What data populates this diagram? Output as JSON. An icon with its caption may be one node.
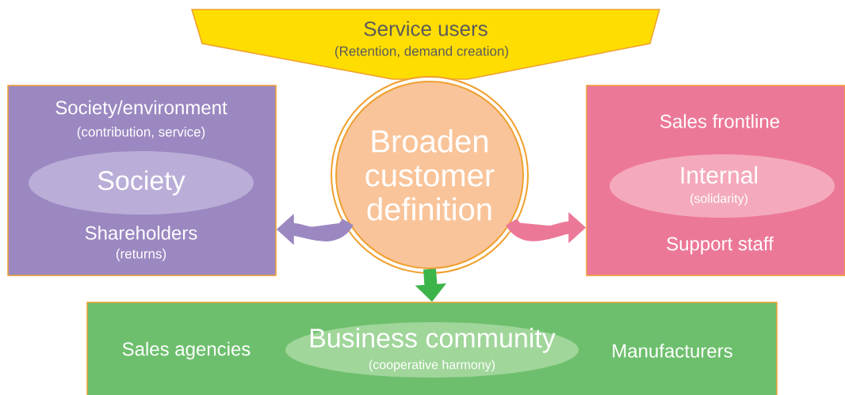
{
  "diagram": {
    "nodes": [
      {
        "text": [
          "Service users",
          "(Retention, demand creation)"
        ]
      },
      {
        "text": [
          "Society/environment",
          "(contribution, service)",
          "Shareholders",
          "(returns)"
        ]
      },
      {
        "text": [
          "Society"
        ],
        "in": 1
      },
      {
        "text": [
          "Broaden customer definition"
        ]
      },
      {
        "text": [
          "Sales frontline",
          "Support staff"
        ]
      },
      {
        "text": [
          "Internal",
          "(solidarity)"
        ],
        "in": 4
      },
      {
        "text": [
          "Sales agencies",
          "Manufacturers"
        ]
      },
      {
        "text": [
          "Business community",
          "(cooperative harmony)"
        ],
        "in": 6
      }
    ],
    "edges": [
      {
        "from": 3,
        "to": 1,
        "arrow": "to",
        "color": "#9b88c1"
      },
      {
        "from": 3,
        "to": 4,
        "arrow": "to",
        "color": "#ec7898"
      },
      {
        "from": 3,
        "to": 6,
        "arrow": "to",
        "color": "#3cb44a"
      }
    ]
  }
}
